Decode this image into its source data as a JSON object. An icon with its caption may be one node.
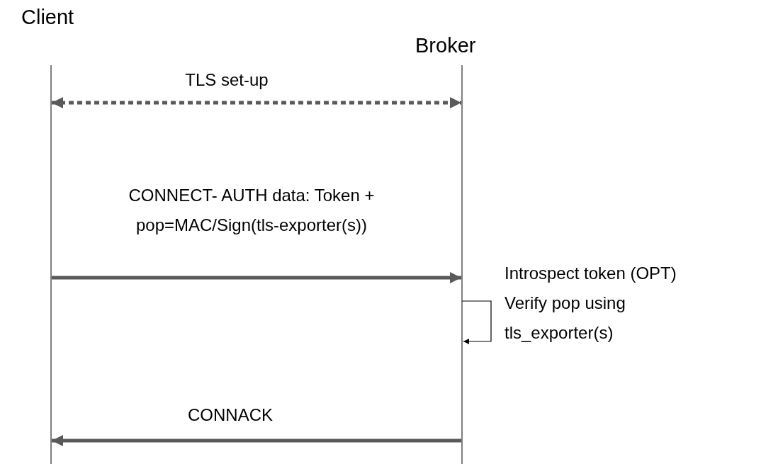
{
  "diagram": {
    "nodes": [
      {
        "text": [
          "Client"
        ]
      },
      {
        "text": [
          "Broker"
        ]
      }
    ],
    "edges": [
      {
        "from": 0,
        "to": 1,
        "arrow": "both",
        "label": "TLS set-up",
        "style": "dashed"
      },
      {
        "from": 0,
        "to": 1,
        "arrow": "to",
        "label": "CONNECT- AUTH data: Token + pop=MAC/Sign(tls-exporter(s))"
      },
      {
        "from": 1,
        "to": 1,
        "arrow": "to",
        "label": "Introspect token (OPT) Verify pop using tls_exporter(s)",
        "color": "#000000"
      },
      {
        "from": 1,
        "to": 0,
        "arrow": "to",
        "label": "CONNACK"
      }
    ]
  }
}
